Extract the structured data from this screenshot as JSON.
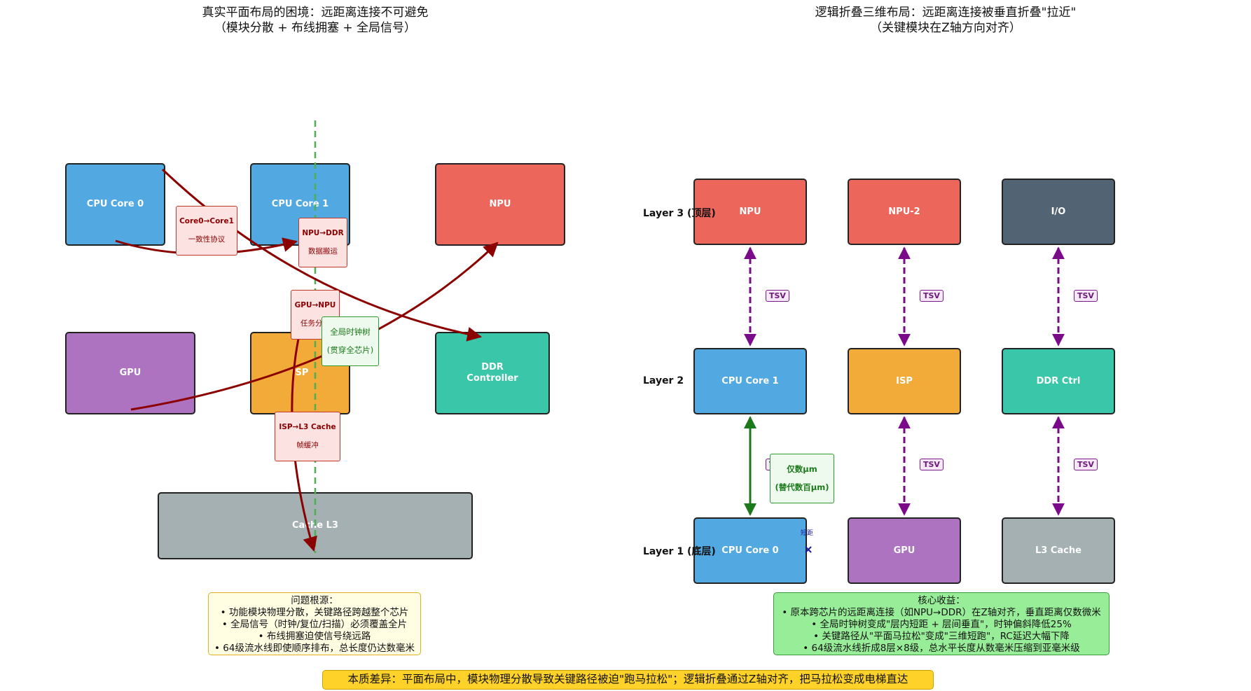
{
  "left": {
    "title_line1": "真实平面布局的困境：远距离连接不可避免",
    "title_line2": "（模块分散 + 布线拥塞 + 全局信号）",
    "blocks": {
      "cpu0": "CPU Core 0",
      "cpu1": "CPU Core 1",
      "npu": "NPU",
      "gpu": "GPU",
      "isp": "ISP",
      "ddr": "DDR\nController",
      "cache": "Cache L3"
    },
    "labels": {
      "core01_a": "Core0→Core1",
      "core01_b": "一致性协议",
      "npuddr_a": "NPU→DDR",
      "npuddr_b": "数据搬运",
      "gpunpu_a": "GPU→NPU",
      "gpunpu_b": "任务分发",
      "clock_a": "全局时钟树",
      "clock_b": "(贯穿全芯片)",
      "ispl3_a": "ISP→L3 Cache",
      "ispl3_b": "帧缓冲"
    },
    "note": {
      "title": "问题根源：",
      "items": [
        "• 功能模块物理分散，关键路径跨越整个芯片",
        "• 全局信号（时钟/复位/扫描）必须覆盖全片",
        "• 布线拥塞迫使信号绕远路",
        "• 64级流水线即使顺序排布，总长度仍达数毫米"
      ]
    }
  },
  "right": {
    "title_line1": "逻辑折叠三维布局：远距离连接被垂直折叠\"拉近\"",
    "title_line2": "（关键模块在Z轴方向对齐）",
    "layers": {
      "l3": "Layer 3 (顶层)",
      "l2": "Layer 2",
      "l1": "Layer 1 (底层)"
    },
    "blocks": {
      "npu": "NPU",
      "npu2": "NPU-2",
      "io": "I/O",
      "cpu1": "CPU Core 1",
      "isp": "ISP",
      "ddr": "DDR Ctrl",
      "cpu0": "CPU Core 0",
      "gpu": "GPU",
      "l3": "L3 Cache"
    },
    "tsv": "TSV",
    "short_label": "短距",
    "green_a": "仅数μm",
    "green_b": "(替代数百μm)",
    "note": {
      "title": "核心收益：",
      "items": [
        "• 原本跨芯片的远距离连接（如NPU→DDR）在Z轴对齐，垂直距离仅数微米",
        "• 全局时钟树变成\"层内短距 + 层间垂直\"，时钟偏斜降低25%",
        "• 关键路径从\"平面马拉松\"变成\"三维短跑\"，RC延迟大幅下降",
        "• 64级流水线折成8层×8级，总水平长度从数毫米压缩到亚毫米级"
      ]
    }
  },
  "bottom": "本质差异：平面布局中，模块物理分散导致关键路径被迫\"跑马拉松\"；逻辑折叠通过Z轴对齐，把马拉松变成电梯直达",
  "colors": {
    "blue": "#52a8e0",
    "red": "#ec665b",
    "purple": "#ad72c0",
    "orange": "#f2aa38",
    "teal": "#3ac6a8",
    "gray": "#a4b0b2",
    "slate": "#526374",
    "arrow_red": "#8b0000",
    "tsv_purple": "#7a0a8a",
    "green": "#1a7a1a"
  }
}
